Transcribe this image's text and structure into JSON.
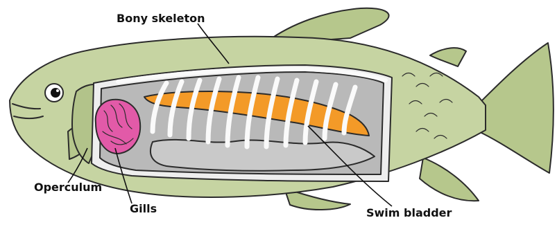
{
  "diagram": {
    "labels": {
      "bony_skeleton": "Bony skeleton",
      "operculum": "Operculum",
      "gills": "Gills",
      "swim_bladder": "Swim bladder"
    },
    "colors": {
      "body": "#c6d4a2",
      "fin": "#b6c78c",
      "cavity": "#b9b9b9",
      "cavity_wall": "#eeeeee",
      "gills": "#e25aa8",
      "swim_bladder": "#f39a28",
      "outline": "#2b2b2b"
    },
    "icons": [
      "fish-illustration",
      "eye-icon"
    ]
  }
}
